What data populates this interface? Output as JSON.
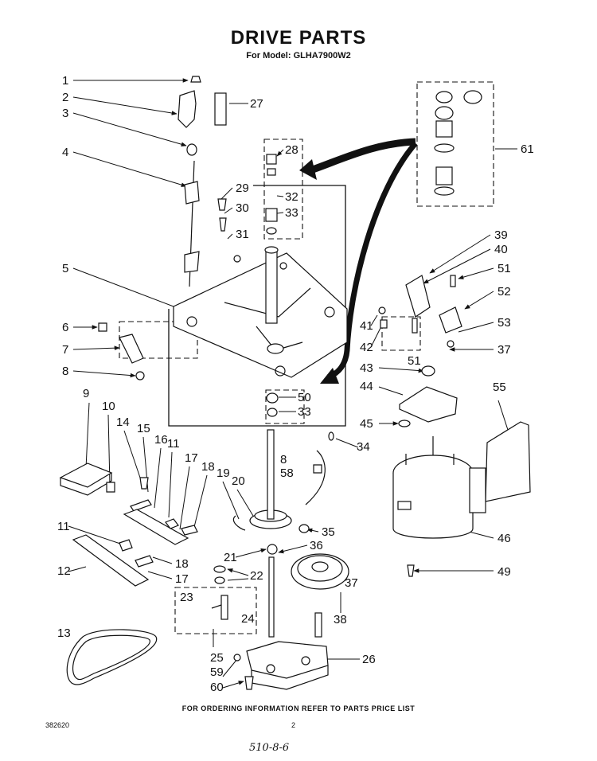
{
  "header": {
    "title": "DRIVE PARTS",
    "subtitle": "For Model: GLHA7900W2"
  },
  "callouts": {
    "c1": "1",
    "c2": "2",
    "c3": "3",
    "c4": "4",
    "c5": "5",
    "c6": "6",
    "c7": "7",
    "c8": "8",
    "c9": "9",
    "c10": "10",
    "c11a": "11",
    "c11b": "11",
    "c12": "12",
    "c13": "13",
    "c14": "14",
    "c15": "15",
    "c16": "16",
    "c17a": "17",
    "c17b": "17",
    "c18a": "18",
    "c18b": "18",
    "c19": "19",
    "c20": "20",
    "c21": "21",
    "c22": "22",
    "c23": "23",
    "c24": "24",
    "c25": "25",
    "c26": "26",
    "c27": "27",
    "c28": "28",
    "c29": "29",
    "c30": "30",
    "c31": "31",
    "c32": "32",
    "c33a": "33",
    "c33b": "33",
    "c34": "34",
    "c35": "35",
    "c36": "36",
    "c37a": "37",
    "c37b": "37",
    "c38": "38",
    "c39": "39",
    "c40": "40",
    "c41": "41",
    "c42": "42",
    "c43": "43",
    "c44": "44",
    "c45": "45",
    "c46": "46",
    "c49": "49",
    "c50": "50",
    "c51a": "51",
    "c51b": "51",
    "c52": "52",
    "c53": "53",
    "c55": "55",
    "c58": "58",
    "c59": "59",
    "c60": "60",
    "c61": "61",
    "c8b": "8"
  },
  "footer": {
    "note": "FOR ORDERING INFORMATION REFER TO PARTS PRICE LIST",
    "doc_number": "382620",
    "page_number": "2",
    "handwritten": "510-8-6"
  }
}
